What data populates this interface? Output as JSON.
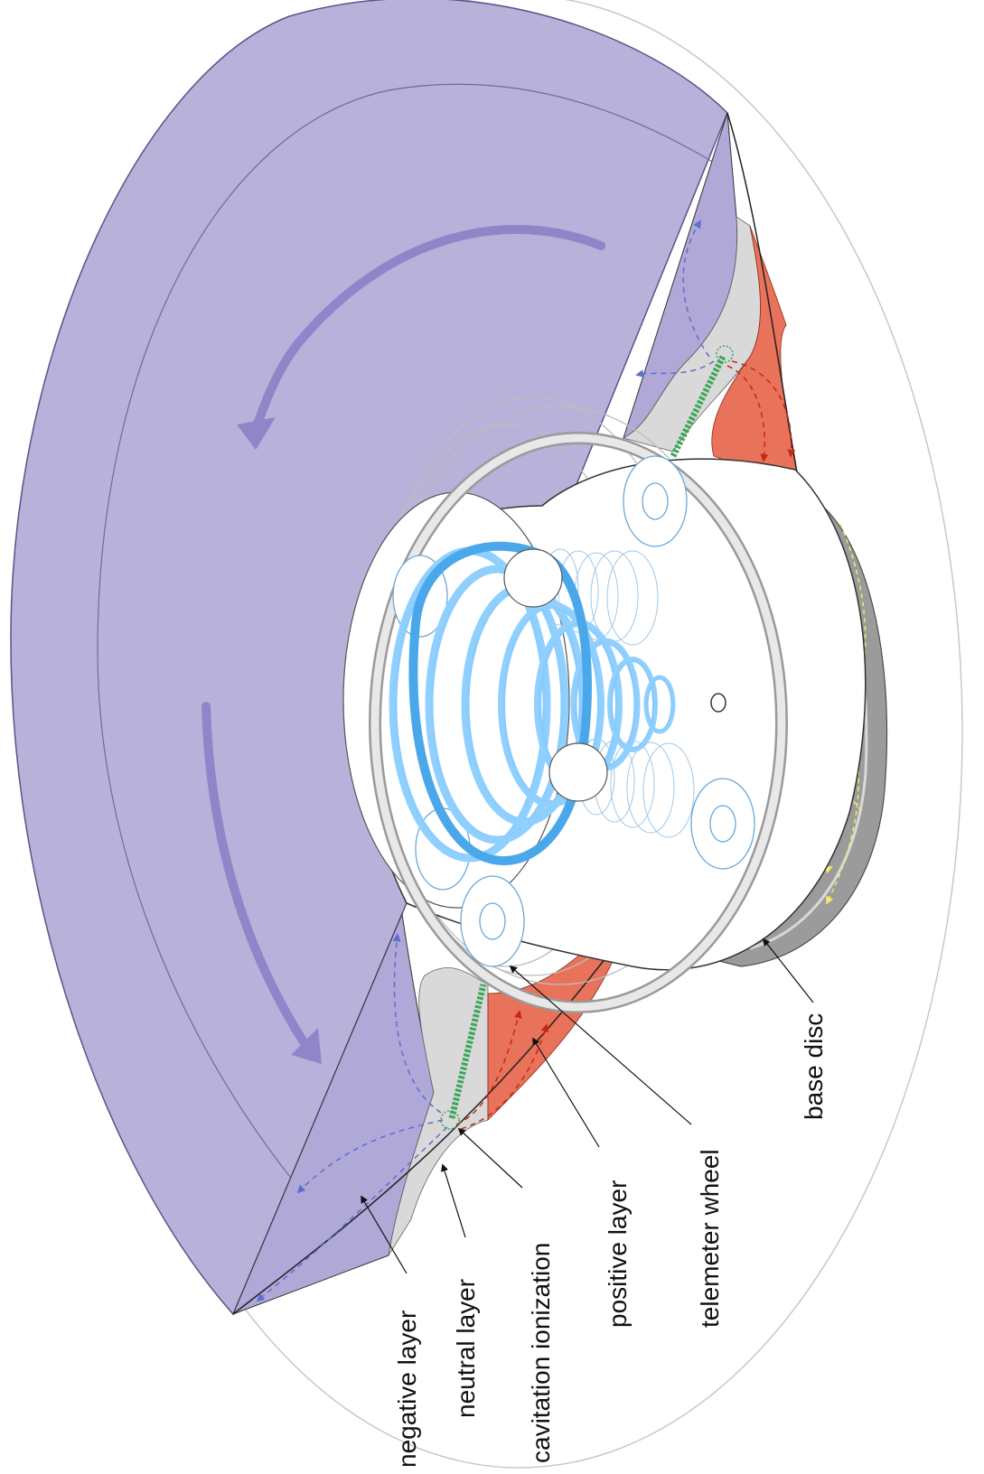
{
  "labels": {
    "negative_layer": "negative layer",
    "neutral_layer": "neutral layer",
    "cavitation_ionization": "cavitation ionization",
    "positive_layer": "positive layer",
    "telemeter_wheel": "telemeter wheel",
    "base_disc": "base disc"
  },
  "colors": {
    "negative": "#b7b0d9",
    "neutral": "#d9d9d9",
    "positive": "#e8735a",
    "rotation_arrow": "#8f86c9",
    "spiral": "#2b8fd6",
    "ionization": "#3aa75a",
    "field_yellow": "#e8e06a",
    "base_disc": "#9a9a9a"
  }
}
